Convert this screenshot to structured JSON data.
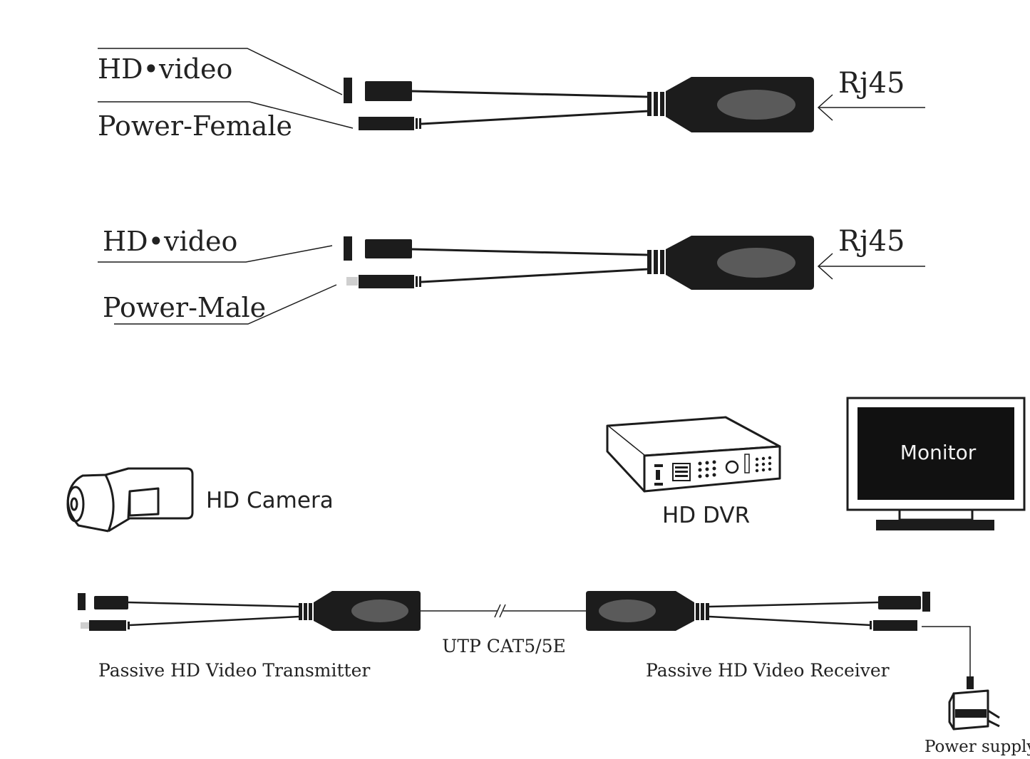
{
  "top_adapter": {
    "video_label": "HD•video",
    "power_label": "Power-Female",
    "rj45_label": "Rj45"
  },
  "middle_adapter": {
    "video_label": "HD•video",
    "power_label": "Power-Male",
    "rj45_label": "Rj45"
  },
  "devices": {
    "camera_label": "HD Camera",
    "dvr_label": "HD DVR",
    "monitor_label": "Monitor"
  },
  "bottom_link": {
    "transmitter_label": "Passive HD Video Transmitter",
    "cable_label": "UTP CAT5/5E",
    "receiver_label": "Passive HD Video Receiver",
    "power_supply_label": "Power supply"
  },
  "colors": {
    "ink": "#1c1c1c",
    "oval": "#5a5a5a",
    "monitor_screen": "#111111",
    "monitor_text": "#f2f2f2"
  }
}
